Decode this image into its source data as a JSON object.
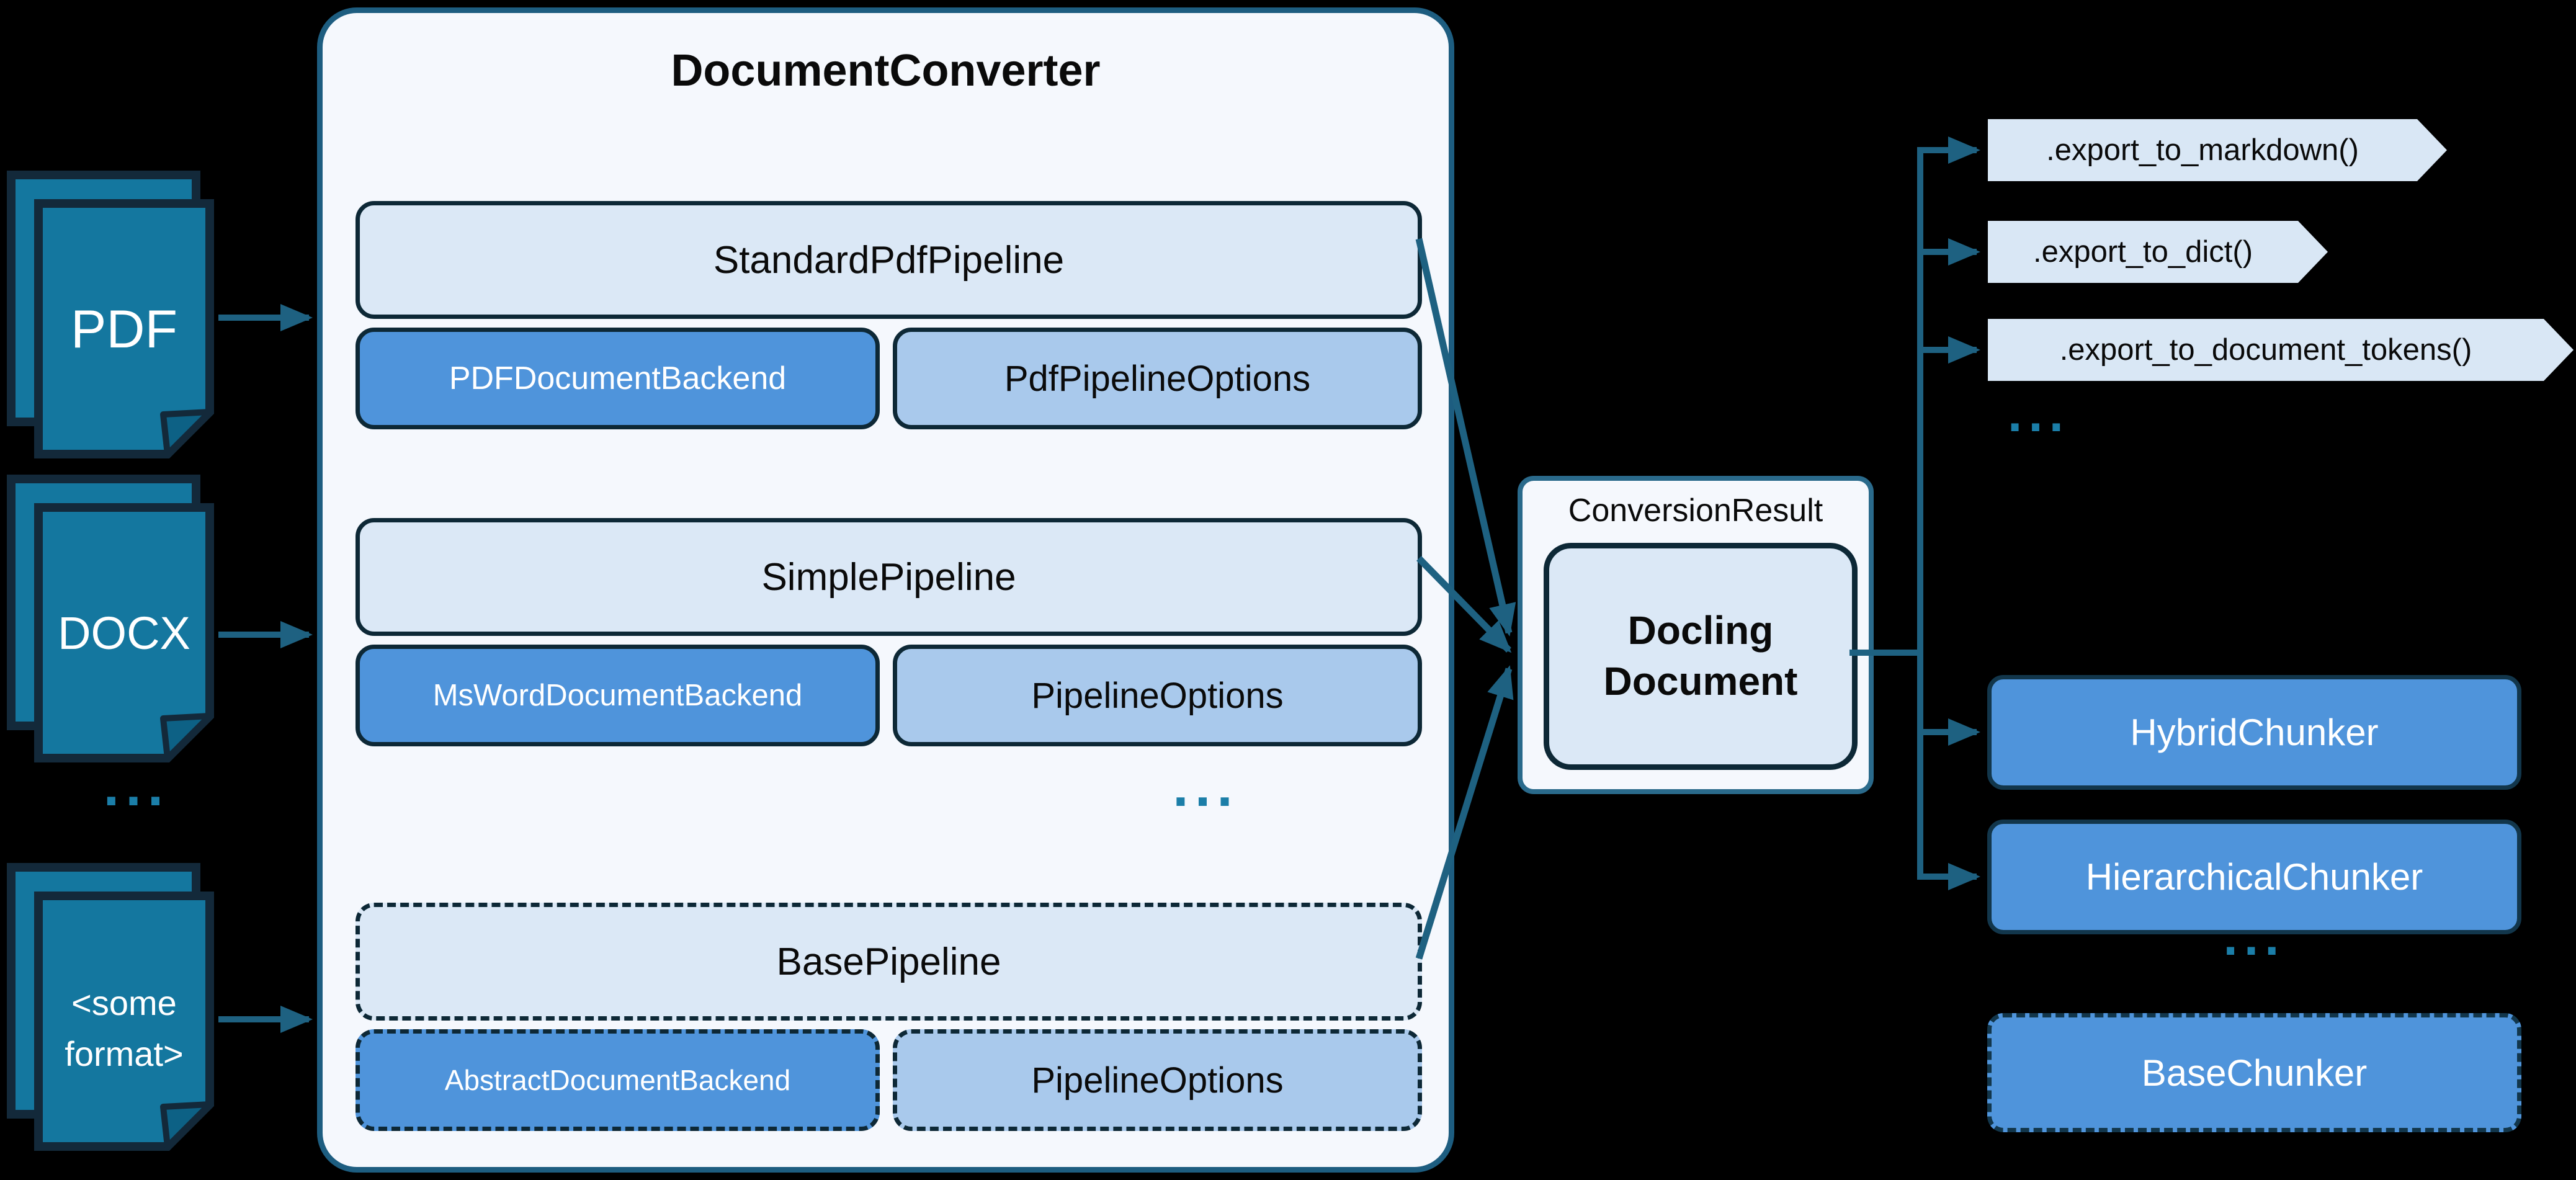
{
  "diagram_title": "DocumentConverter",
  "inputs": [
    {
      "label": "PDF"
    },
    {
      "label": "DOCX"
    },
    {
      "label": "<some format>",
      "line1": "<some",
      "line2": "format>"
    }
  ],
  "converter": {
    "title": "DocumentConverter",
    "groups": [
      {
        "pipeline": "StandardPdfPipeline",
        "backend": "PDFDocumentBackend",
        "options": "PdfPipelineOptions",
        "style": "solid"
      },
      {
        "pipeline": "SimplePipeline",
        "backend": "MsWordDocumentBackend",
        "options": "PipelineOptions",
        "style": "solid"
      },
      {
        "pipeline": "BasePipeline",
        "backend": "AbstractDocumentBackend",
        "options": "PipelineOptions",
        "style": "dashed"
      }
    ]
  },
  "result": {
    "label": "ConversionResult",
    "document_line1": "Docling",
    "document_line2": "Document"
  },
  "exports": [
    ".export_to_markdown()",
    ".export_to_dict()",
    ".export_to_document_tokens()"
  ],
  "chunkers": [
    {
      "label": "HybridChunker",
      "style": "solid"
    },
    {
      "label": "HierarchicalChunker",
      "style": "solid"
    },
    {
      "label": "BaseChunker",
      "style": "dashed"
    }
  ],
  "ellipses": {
    "inputs": "...",
    "converter": "...",
    "exports": "...",
    "chunkers": "..."
  },
  "colors": {
    "background": "#000000",
    "container_fill": "#f5f8fd",
    "container_border": "#1d5d80",
    "pipeline_fill": "#dbe8f6",
    "backend_fill": "#4f94db",
    "options_fill": "#a9c9ec",
    "box_border": "#0d2836",
    "doc_icon_fill": "#14779f",
    "doc_icon_border": "#13293a",
    "connector": "#1e6181",
    "ellipsis": "#1b7ea8",
    "export_tag_fill": "#d9e7f5",
    "text_dark": "#0a0a0a",
    "text_light": "#ffffff"
  }
}
